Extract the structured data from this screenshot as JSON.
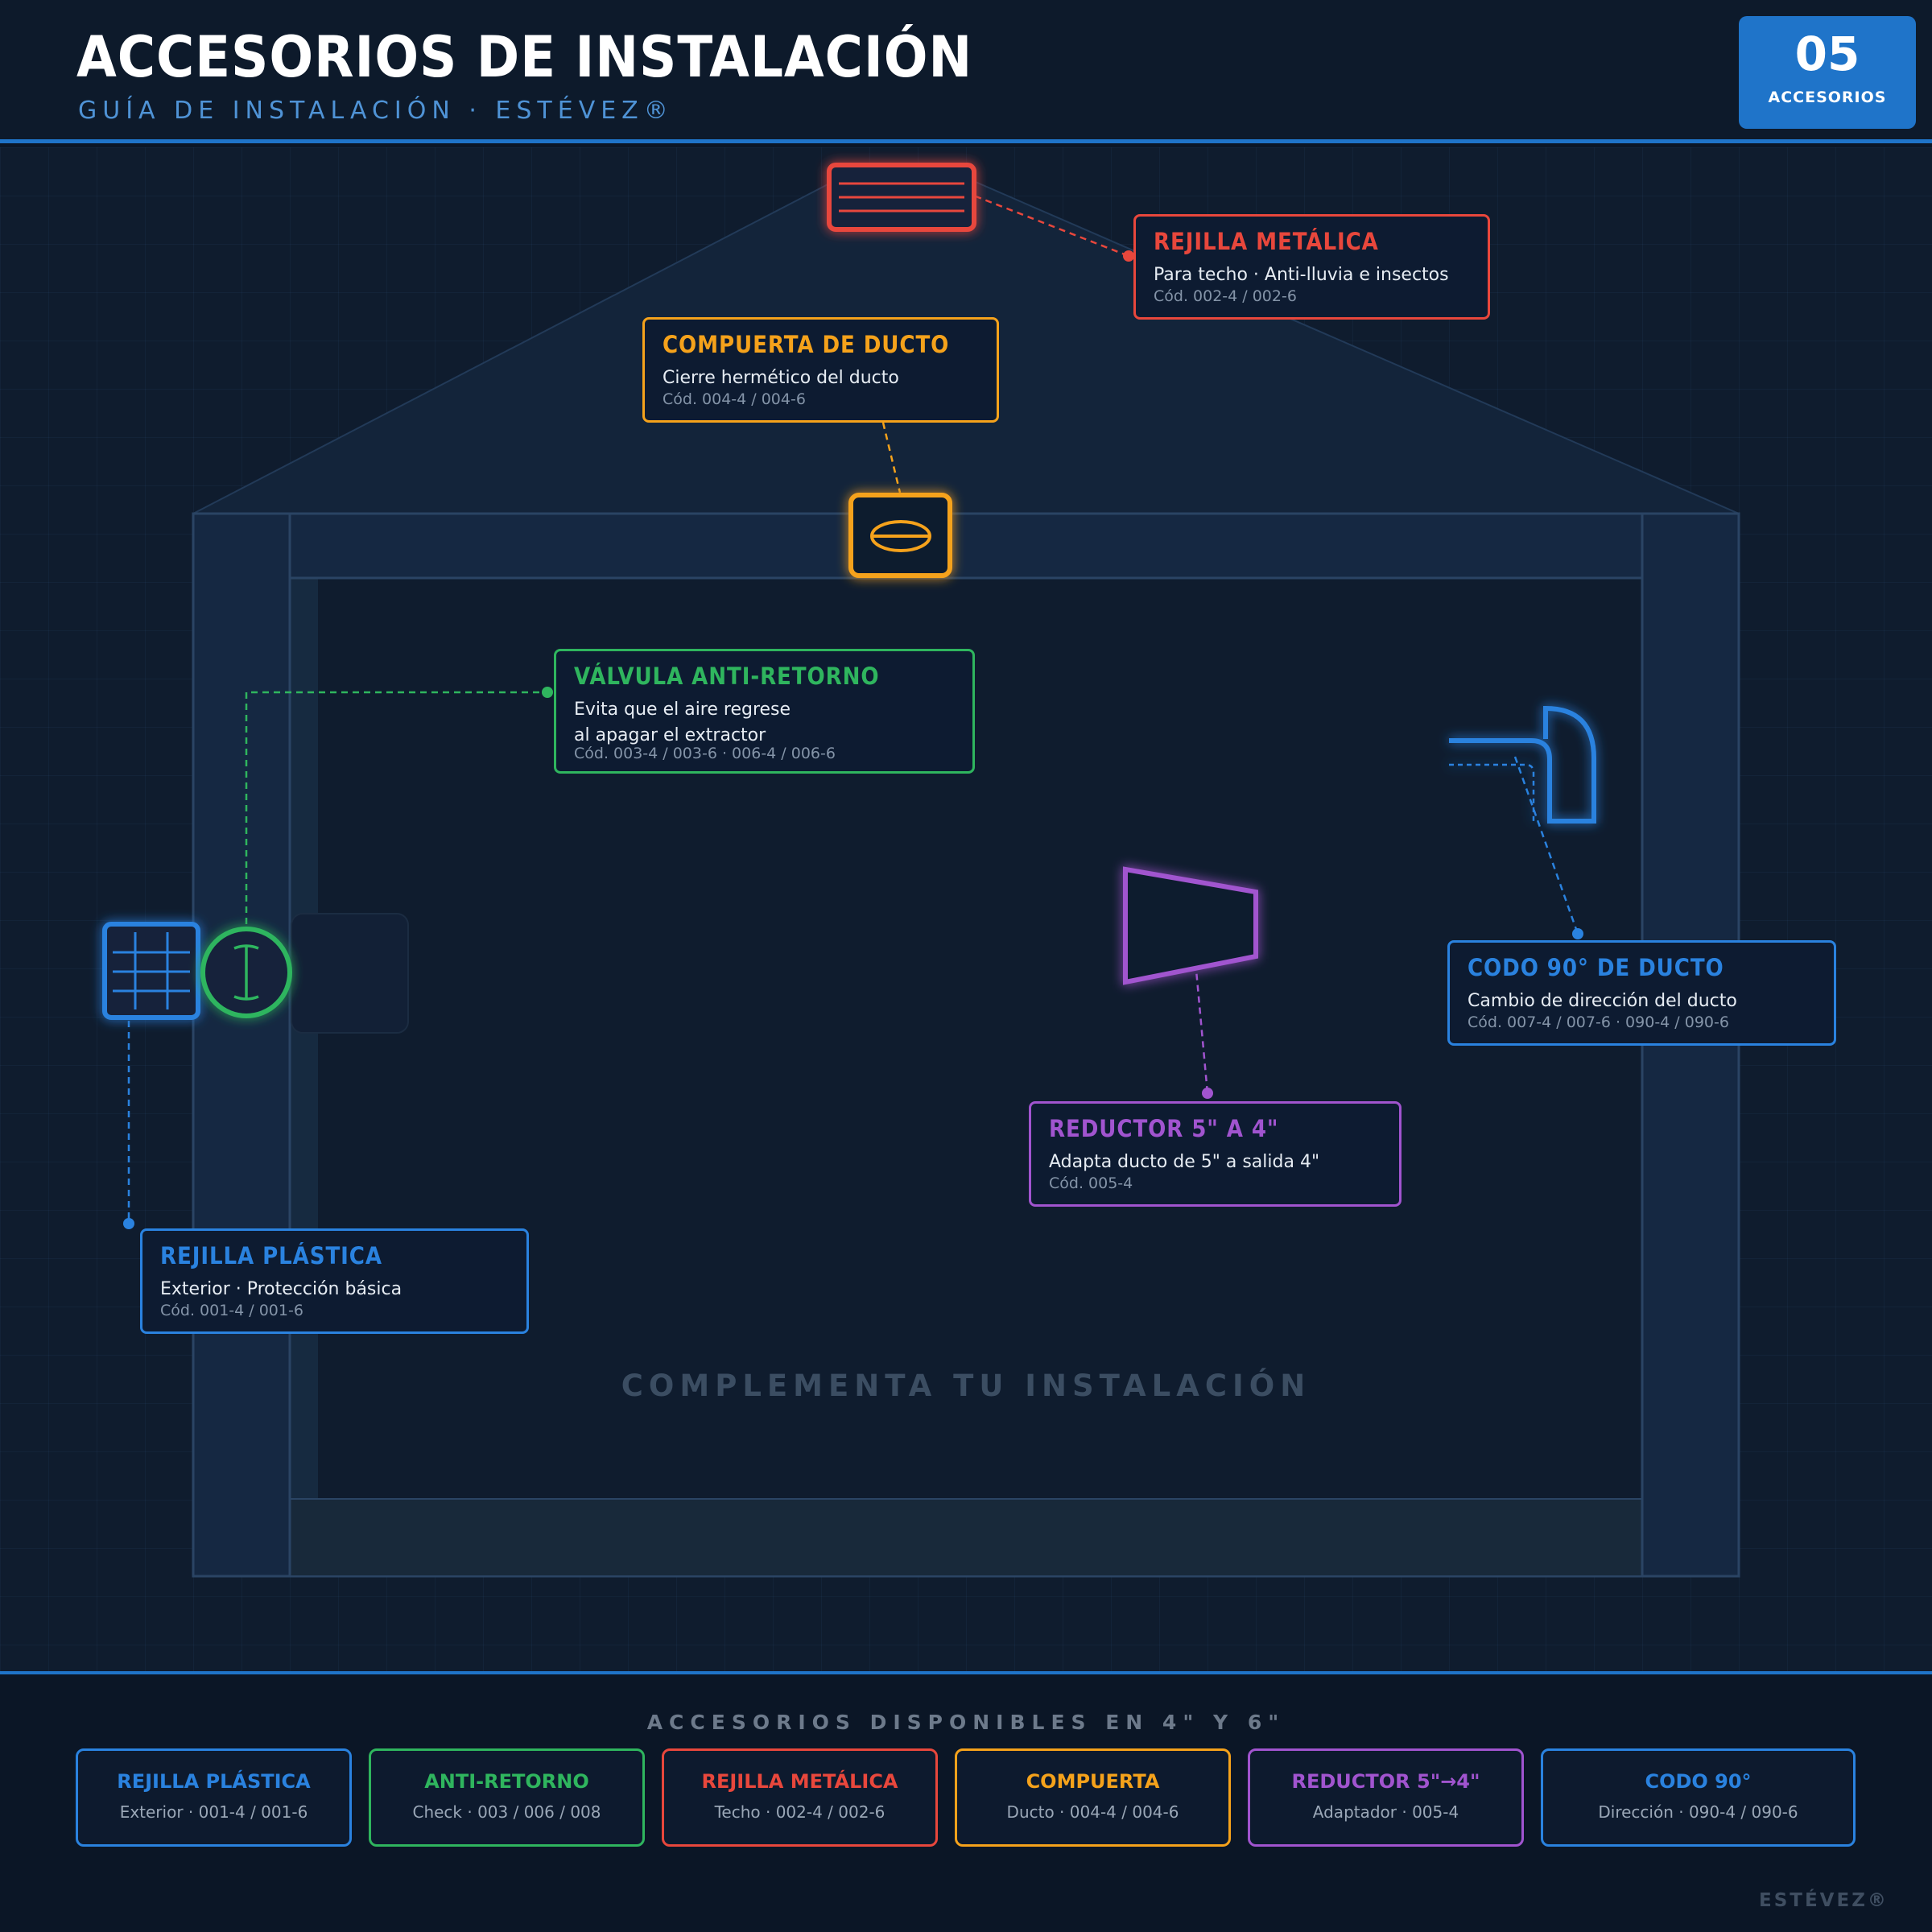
{
  "header": {
    "title": "ACCESORIOS DE INSTALACIÓN",
    "subtitle": "GUÍA DE INSTALACIÓN · ESTÉVEZ®",
    "badge": {
      "number": "05",
      "label": "ACCESORIOS"
    }
  },
  "colors": {
    "blue": "#2a82df",
    "green": "#2fb55e",
    "red": "#e8473c",
    "orange": "#f5a21b",
    "purple": "#a154cf",
    "background": "#0f1c2e"
  },
  "icons": {
    "rejilla_metalica": "louvered-grille-icon",
    "compuerta": "damper-icon",
    "valvula": "check-valve-icon",
    "rejilla_plastica": "grid-grille-icon",
    "reductor": "reducer-icon",
    "codo": "elbow-duct-icon"
  },
  "callouts": {
    "rejilla_metalica": {
      "title": "REJILLA METÁLICA",
      "desc": "Para techo · Anti-lluvia e insectos",
      "code": "Cód. 002-4 / 002-6"
    },
    "compuerta": {
      "title": "COMPUERTA DE DUCTO",
      "desc": "Cierre hermético del ducto",
      "code": "Cód. 004-4 / 004-6"
    },
    "valvula": {
      "title": "VÁLVULA ANTI-RETORNO",
      "desc1": "Evita que el aire regrese",
      "desc2": "al apagar el extractor",
      "code": "Cód. 003-4 / 003-6 · 006-4 / 006-6"
    },
    "codo": {
      "title": "CODO 90° DE DUCTO",
      "desc": "Cambio de dirección del ducto",
      "code": "Cód. 007-4 / 007-6 · 090-4 / 090-6"
    },
    "reductor": {
      "title": "REDUCTOR 5\" A 4\"",
      "desc": "Adapta ducto de 5\" a salida 4\"",
      "code": "Cód. 005-4"
    },
    "rejilla_plastica": {
      "title": "REJILLA PLÁSTICA",
      "desc": "Exterior · Protección básica",
      "code": "Cód. 001-4 / 001-6"
    }
  },
  "watermark": "COMPLEMENTA TU INSTALACIÓN",
  "footer": {
    "heading": "ACCESORIOS DISPONIBLES EN 4\" Y 6\"",
    "items": [
      {
        "title": "REJILLA PLÁSTICA",
        "desc": "Exterior · 001-4 / 001-6"
      },
      {
        "title": "ANTI-RETORNO",
        "desc": "Check · 003 / 006 / 008"
      },
      {
        "title": "REJILLA METÁLICA",
        "desc": "Techo · 002-4 / 002-6"
      },
      {
        "title": "COMPUERTA",
        "desc": "Ducto · 004-4 / 004-6"
      },
      {
        "title": "REDUCTOR 5\"→4\"",
        "desc": "Adaptador · 005-4"
      },
      {
        "title": "CODO 90°",
        "desc": "Dirección · 090-4 / 090-6"
      }
    ],
    "brand": "ESTÉVEZ®"
  }
}
